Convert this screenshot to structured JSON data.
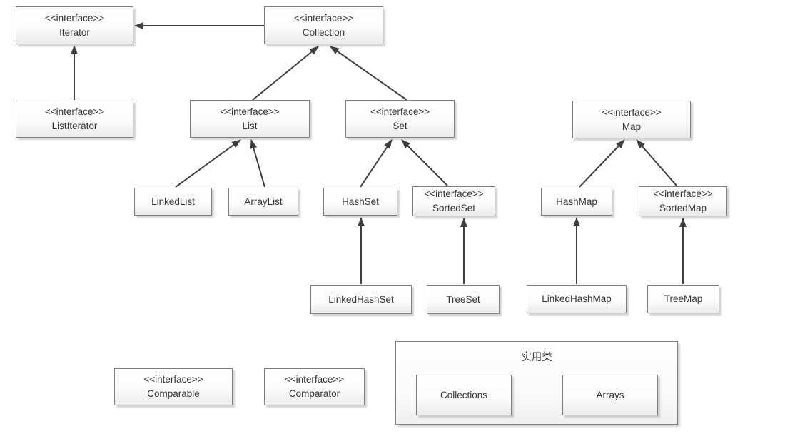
{
  "diagram": {
    "description": "Java collections framework class diagram",
    "colors": {
      "background": "#ffffff",
      "box_border": "#7f7f7f",
      "edge_line": "#3f3f3f",
      "text": "#333333"
    },
    "nodes": {
      "iterator": {
        "stereotype": "<<interface>>",
        "name": "Iterator"
      },
      "collection": {
        "stereotype": "<<interface>>",
        "name": "Collection"
      },
      "list_iterator": {
        "stereotype": "<<interface>>",
        "name": "ListIterator"
      },
      "list": {
        "stereotype": "<<interface>>",
        "name": "List"
      },
      "set": {
        "stereotype": "<<interface>>",
        "name": "Set"
      },
      "map": {
        "stereotype": "<<interface>>",
        "name": "Map"
      },
      "linked_list": {
        "name": "LinkedList"
      },
      "array_list": {
        "name": "ArrayList"
      },
      "hash_set": {
        "name": "HashSet"
      },
      "sorted_set": {
        "stereotype": "<<interface>>",
        "name": "SortedSet"
      },
      "hash_map": {
        "name": "HashMap"
      },
      "sorted_map": {
        "stereotype": "<<interface>>",
        "name": "SortedMap"
      },
      "linked_hash_set": {
        "name": "LinkedHashSet"
      },
      "tree_set": {
        "name": "TreeSet"
      },
      "linked_hash_map": {
        "name": "LinkedHashMap"
      },
      "tree_map": {
        "name": "TreeMap"
      },
      "comparable": {
        "stereotype": "<<interface>>",
        "name": "Comparable"
      },
      "comparator": {
        "stereotype": "<<interface>>",
        "name": "Comparator"
      },
      "utility_group": {
        "label": "实用类"
      },
      "collections_class": {
        "name": "Collections"
      },
      "arrays_class": {
        "name": "Arrays"
      }
    },
    "edges": [
      {
        "from": "Collection",
        "to": "Iterator"
      },
      {
        "from": "ListIterator",
        "to": "Iterator"
      },
      {
        "from": "List",
        "to": "Collection"
      },
      {
        "from": "Set",
        "to": "Collection"
      },
      {
        "from": "LinkedList",
        "to": "List"
      },
      {
        "from": "ArrayList",
        "to": "List"
      },
      {
        "from": "HashSet",
        "to": "Set"
      },
      {
        "from": "SortedSet",
        "to": "Set"
      },
      {
        "from": "HashMap",
        "to": "Map"
      },
      {
        "from": "SortedMap",
        "to": "Map"
      },
      {
        "from": "LinkedHashSet",
        "to": "HashSet"
      },
      {
        "from": "TreeSet",
        "to": "SortedSet"
      },
      {
        "from": "LinkedHashMap",
        "to": "HashMap"
      },
      {
        "from": "TreeMap",
        "to": "SortedMap"
      }
    ]
  }
}
